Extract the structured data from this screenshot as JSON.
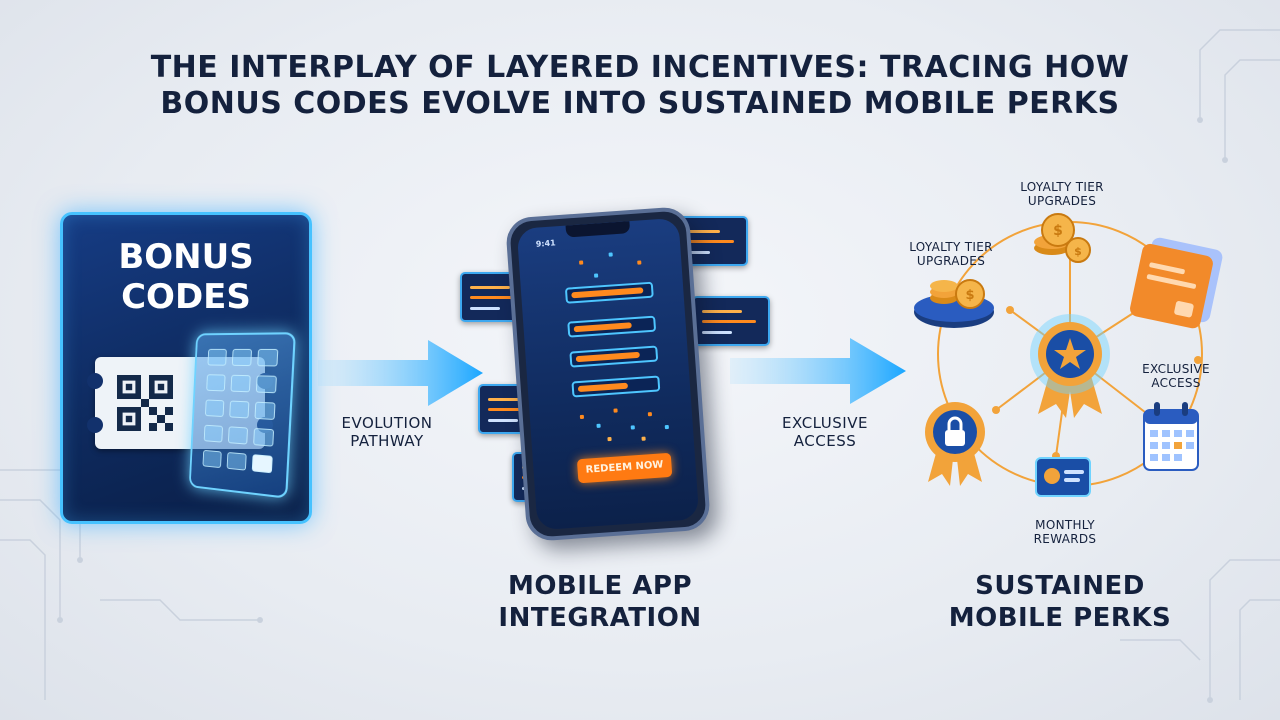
{
  "title": {
    "line1": "THE INTERPLAY OF LAYERED INCENTIVES: TRACING HOW",
    "line2": "BONUS CODES EVOLVE INTO SUSTAINED MOBILE PERKS"
  },
  "bonus_codes": {
    "line1": "BONUS",
    "line2": "CODES"
  },
  "arrow_left_label": {
    "line1": "EVOLUTION",
    "line2": "PATHWAY"
  },
  "arrow_right_label": {
    "line1": "EXCLUSIVE",
    "line2": "ACCESS"
  },
  "phone": {
    "time": "9:41",
    "redeem_button": "REDEEM NOW"
  },
  "mobile_app_label": {
    "line1": "MOBILE APP",
    "line2": "INTEGRATION"
  },
  "perks": {
    "loyalty_top": {
      "line1": "LOYALTY TIER",
      "line2": "UPGRADES"
    },
    "loyalty_left": {
      "line1": "LOYALTY TIER",
      "line2": "UPGRADES"
    },
    "exclusive": {
      "line1": "EXCLUSIVE",
      "line2": "ACCESS"
    },
    "monthly": {
      "line1": "MONTHLY",
      "line2": "REWARDS"
    }
  },
  "sustained_label": {
    "line1": "SUSTAINED",
    "line2": "MOBILE PERKS"
  },
  "colors": {
    "navy": "#14213d",
    "accent_blue": "#46c2ff",
    "accent_orange": "#ff7a12",
    "gold": "#f2a33a"
  }
}
